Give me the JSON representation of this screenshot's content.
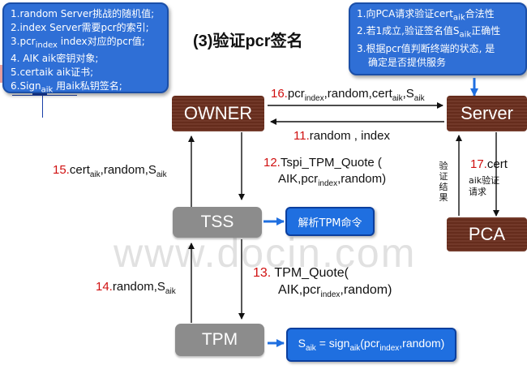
{
  "title": "(3)验证pcr签名",
  "left_note": {
    "lines": [
      {
        "pre": "1.random Server挑战的随机值;",
        "sub": "",
        "post": ""
      },
      {
        "pre": "2.index  Server需要pcr的索引;",
        "sub": "",
        "post": ""
      },
      {
        "pre": "3.pcr",
        "sub": "index",
        "post": " index对应的pcr值;"
      },
      {
        "pre": "4. AIK aik密钥对象;",
        "sub": "",
        "post": ""
      },
      {
        "pre": "5.certaik  aik证书;",
        "sub": "",
        "post": ""
      },
      {
        "pre": "6.Sign",
        "sub": "aik",
        "post": " 用aik私钥签名;"
      }
    ]
  },
  "right_note": {
    "line1_pre": "1.向PCA请求验证cert",
    "line1_sub": "aik",
    "line1_post": "合法性",
    "line2_pre": "2.若1成立,验证签名值S",
    "line2_sub": "aik",
    "line2_post": "正确性",
    "line3": "3.根据pcr值判断终端的状态, 是",
    "line4": "确定是否提供服务"
  },
  "nodes": {
    "owner": "OWNER",
    "server": "Server",
    "tss": "TSS",
    "pca": "PCA",
    "tpm": "TPM"
  },
  "parse_box": "解析TPM命令",
  "sign_box": {
    "s": "S",
    "s_sub": "aik",
    "eq": " = sign",
    "sign_sub": "aik",
    "arg1": "(pcr",
    "arg_sub": "index",
    "arg2": ",random)"
  },
  "msg16": {
    "num": "16.",
    "a": "pcr",
    "a_sub": "index",
    "b": ",random,cert",
    "b_sub": "aik",
    "c": ",S",
    "c_sub": "aik"
  },
  "msg11": {
    "num": "11.",
    "text": "random , index"
  },
  "msg12": {
    "num": "12.",
    "line1": "Tspi_TPM_Quote (",
    "line2_pre": "AIK,pcr",
    "line2_sub": "index",
    "line2_post": ",random)"
  },
  "msg15": {
    "num": "15.",
    "a": "cert",
    "a_sub": "aik",
    "b": ",random,S",
    "b_sub": "aik"
  },
  "msg13": {
    "num": "13.",
    "line1": " TPM_Quote(",
    "line2_pre": "AIK,pcr",
    "line2_sub": "index",
    "line2_post": ",random)"
  },
  "msg14": {
    "num": "14.",
    "a": "random,S",
    "a_sub": "aik"
  },
  "msg17": {
    "num": "17.",
    "text": "cert"
  },
  "pca_result": "验证结果",
  "pca_request": "aik验证请求",
  "watermark": "www.docin.com"
}
